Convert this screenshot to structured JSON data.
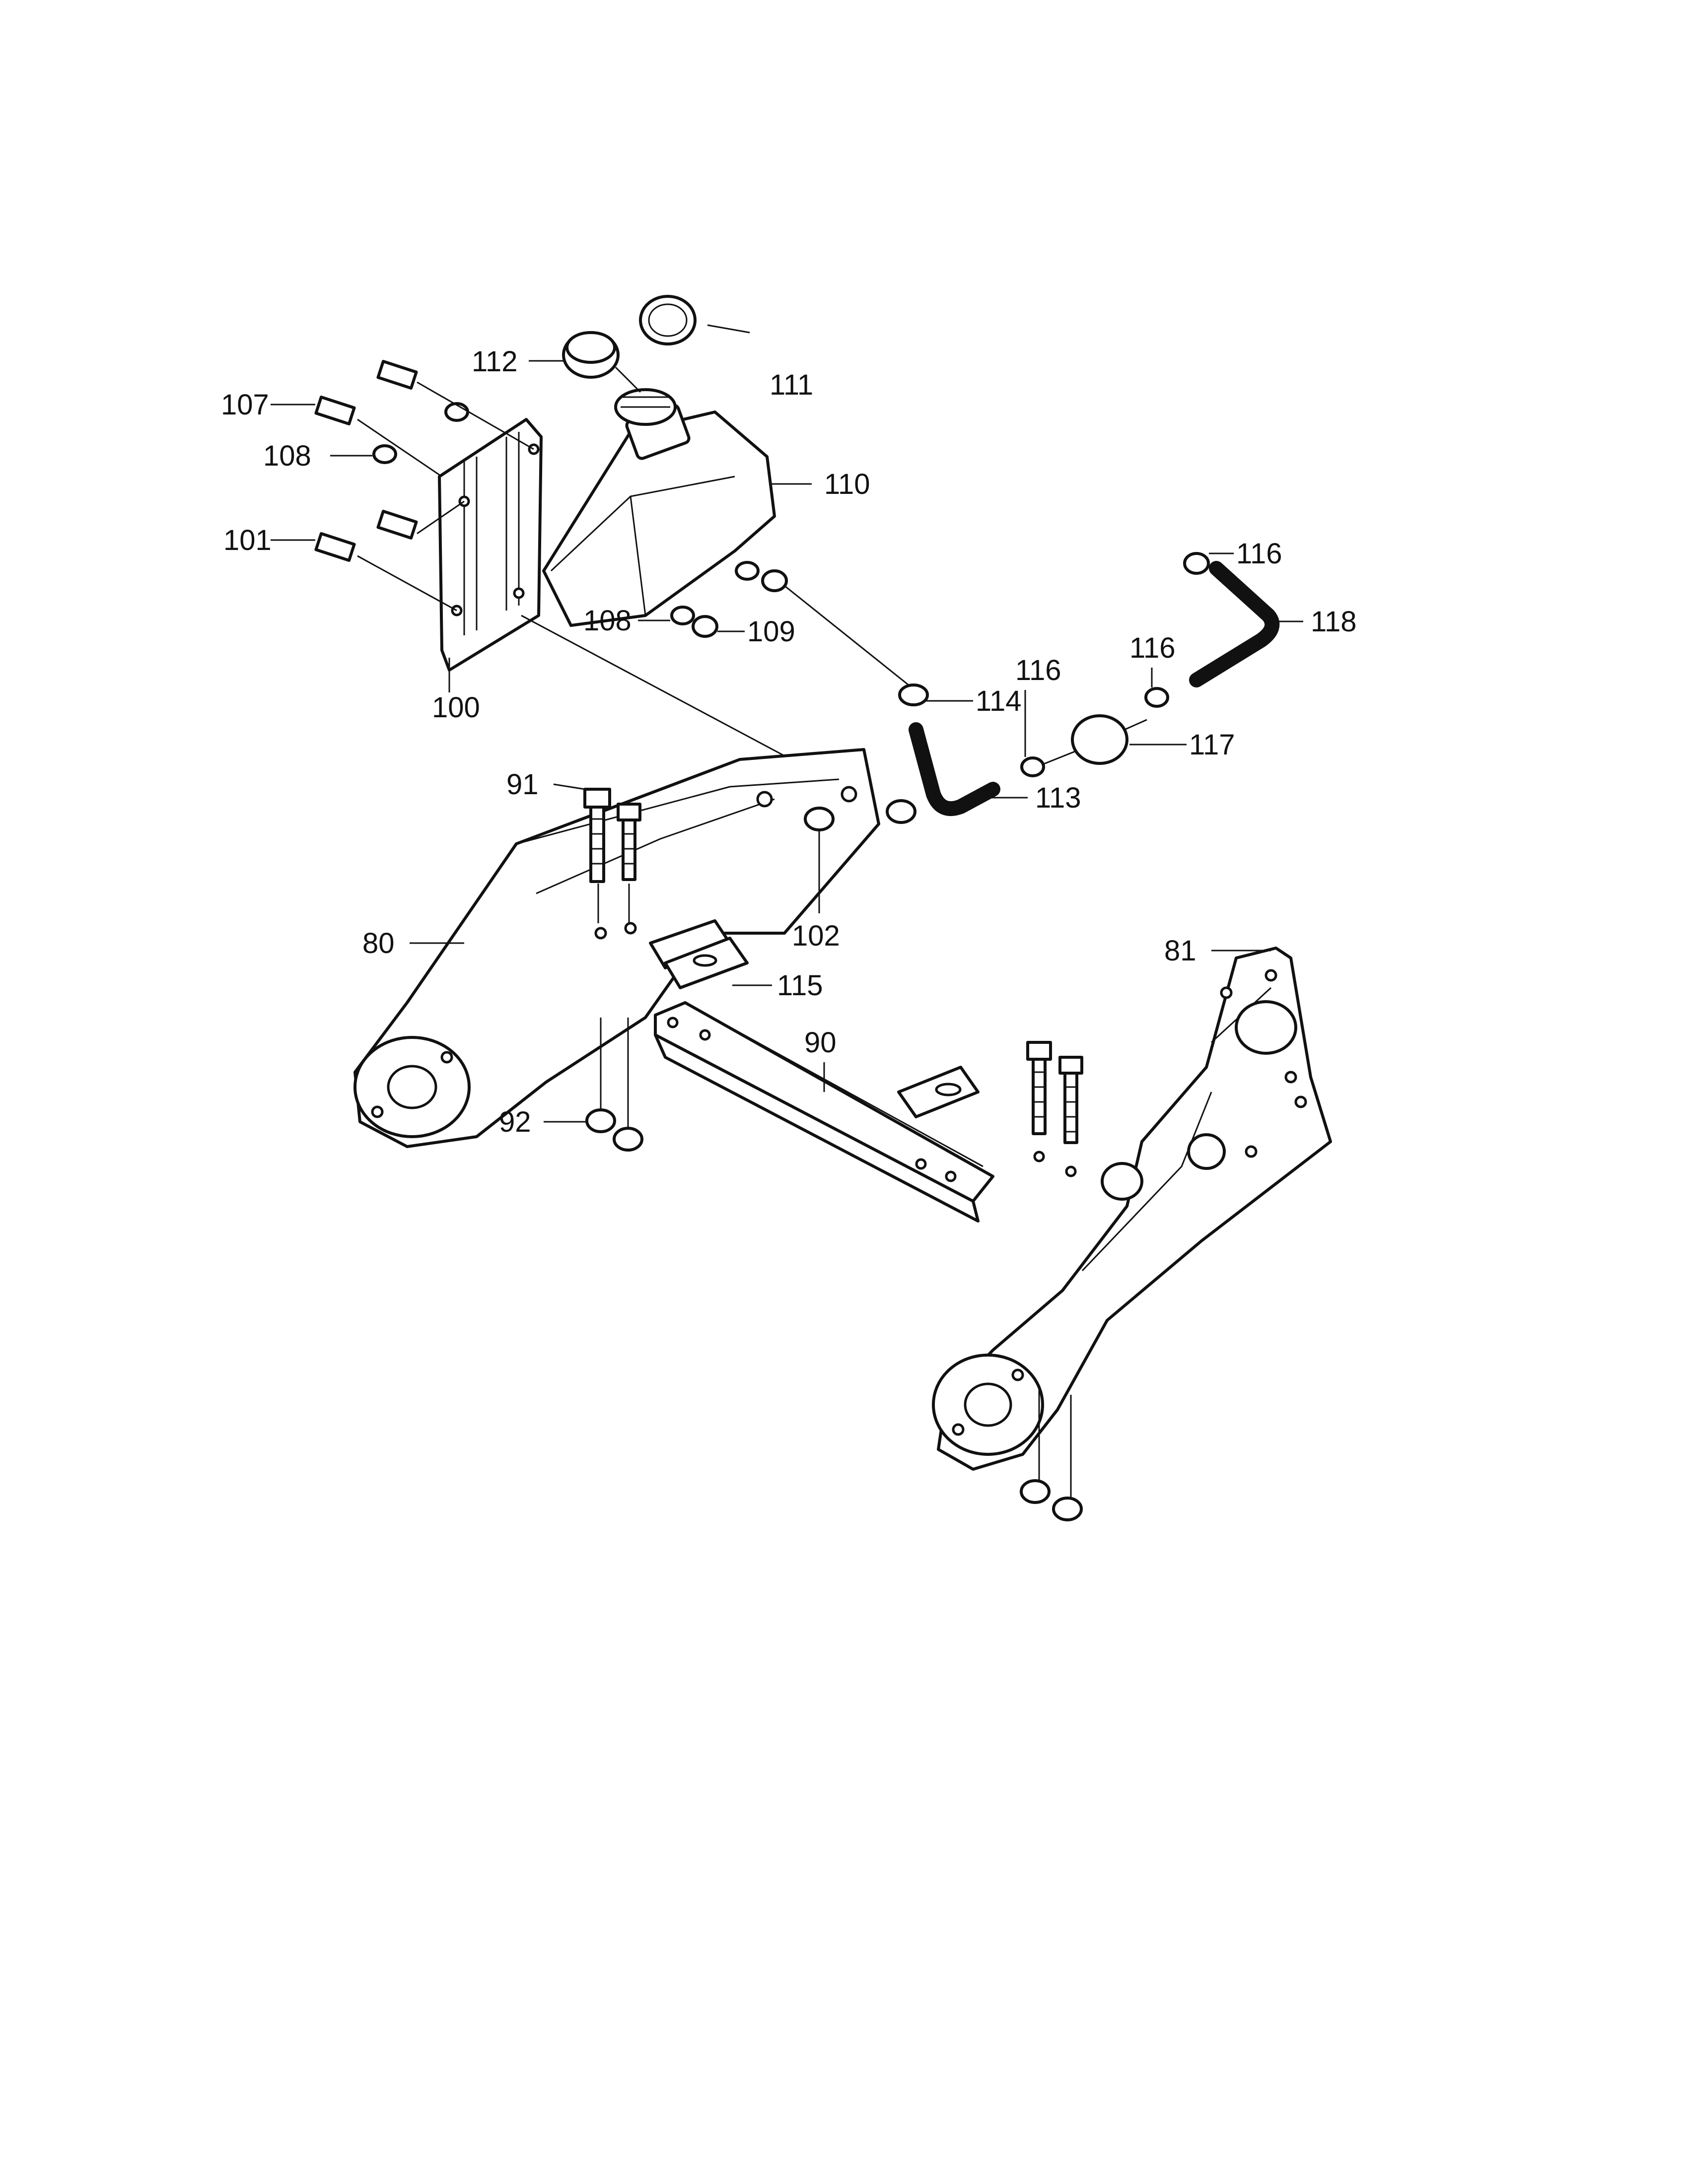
{
  "diagram": {
    "callouts": [
      {
        "id": "c80",
        "text": "80"
      },
      {
        "id": "c81",
        "text": "81"
      },
      {
        "id": "c90",
        "text": "90"
      },
      {
        "id": "c91",
        "text": "91"
      },
      {
        "id": "c92",
        "text": "92"
      },
      {
        "id": "c100",
        "text": "100"
      },
      {
        "id": "c101",
        "text": "101"
      },
      {
        "id": "c102",
        "text": "102"
      },
      {
        "id": "c107",
        "text": "107"
      },
      {
        "id": "c108a",
        "text": "108"
      },
      {
        "id": "c108b",
        "text": "108"
      },
      {
        "id": "c109",
        "text": "109"
      },
      {
        "id": "c110",
        "text": "110"
      },
      {
        "id": "c111",
        "text": "111"
      },
      {
        "id": "c112",
        "text": "112"
      },
      {
        "id": "c113",
        "text": "113"
      },
      {
        "id": "c114",
        "text": "114"
      },
      {
        "id": "c115",
        "text": "115"
      },
      {
        "id": "c116a",
        "text": "116"
      },
      {
        "id": "c116b",
        "text": "116"
      },
      {
        "id": "c116c",
        "text": "116"
      },
      {
        "id": "c117",
        "text": "117"
      },
      {
        "id": "c118",
        "text": "118"
      }
    ]
  }
}
